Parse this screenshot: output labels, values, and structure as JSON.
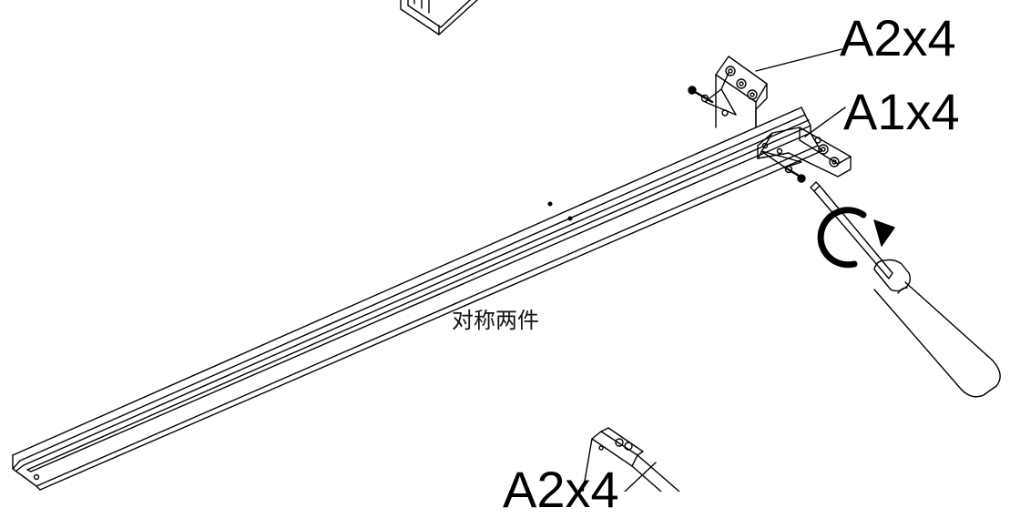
{
  "labels": {
    "bracket_a2_top": "A2x4",
    "bracket_a1": "A1x4",
    "bracket_a2_bottom": "A2x4",
    "symmetric_note": "对称两件"
  },
  "icons": [
    "screwdriver-icon",
    "rotate-clockwise-icon"
  ],
  "colors": {
    "line": "#000000",
    "background": "#ffffff"
  }
}
